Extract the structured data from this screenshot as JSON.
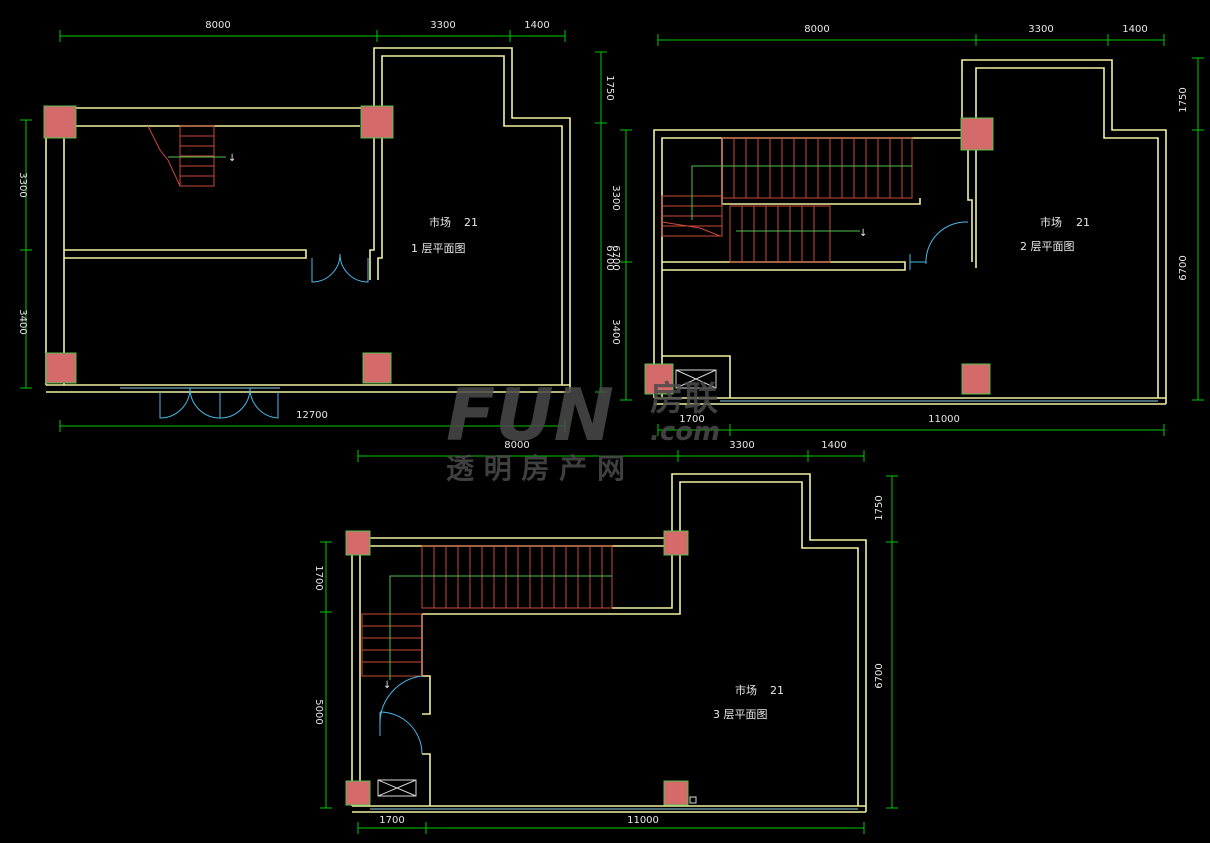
{
  "plans": [
    {
      "id": "floor1",
      "label_shop": "市场",
      "label_number": "21",
      "label_floor": "1 层平面图",
      "dims_top": [
        "8000",
        "3300",
        "1400"
      ],
      "dims_left": [
        "3300",
        "3400"
      ],
      "dims_right": [
        "1750",
        "6700"
      ],
      "dims_bottom": [
        "12700"
      ]
    },
    {
      "id": "floor2",
      "label_shop": "市场",
      "label_number": "21",
      "label_floor": "2 层平面图",
      "dims_top": [
        "8000",
        "3300",
        "1400"
      ],
      "dims_left": [
        "3300",
        "3400"
      ],
      "dims_right": [
        "1750",
        "6700"
      ],
      "dims_bottom": [
        "1700",
        "11000"
      ]
    },
    {
      "id": "floor3",
      "label_shop": "市场",
      "label_number": "21",
      "label_floor": "3 层平面图",
      "dims_top": [
        "8000",
        "3300",
        "1400"
      ],
      "dims_left": [
        "1700",
        "5000"
      ],
      "dims_right": [
        "1750",
        "6700"
      ],
      "dims_bottom": [
        "1700",
        "11000"
      ]
    }
  ],
  "watermark": {
    "brand": "FUN",
    "brand_cn": "房联",
    "domain": ".com",
    "tagline": "透 明 房 产 网"
  },
  "colors": {
    "background": "#000000",
    "walls": "#f0f0a0",
    "dimensions": "#00c800",
    "columns": "#d46a6a",
    "stairs": "#c84a3a",
    "doors": "#4ab8e8"
  }
}
